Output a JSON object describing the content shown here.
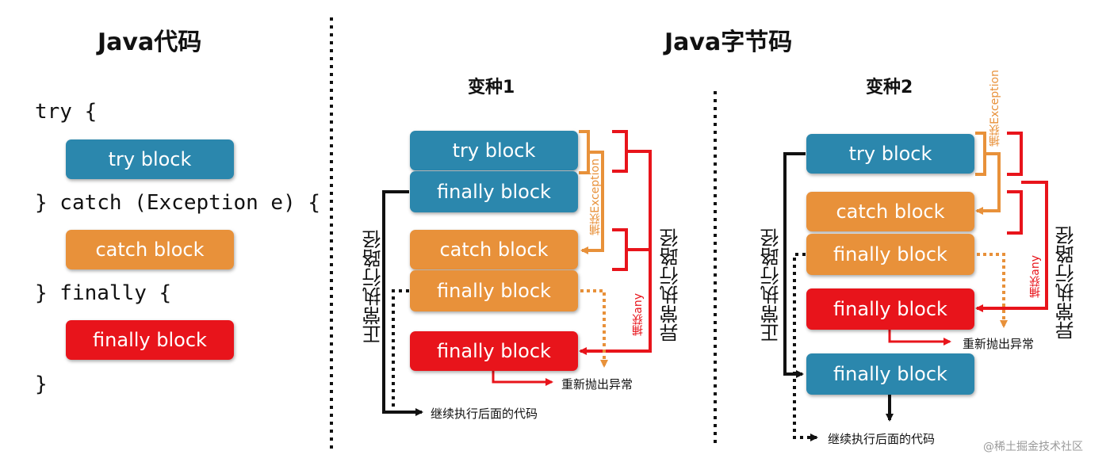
{
  "colors": {
    "blue": "#2b87ad",
    "orange": "#e8913a",
    "red": "#e8141b",
    "black": "#111111"
  },
  "left": {
    "title": "Java代码",
    "code_try": "try {",
    "code_catch": "} catch (Exception e) {",
    "code_finally": "} finally {",
    "code_end": "}",
    "try_block": "try block",
    "catch_block": "catch block",
    "finally_block": "finally block"
  },
  "right": {
    "title": "Java字节码",
    "variant1": {
      "title": "变种1",
      "try_block": "try block",
      "finally_block_1": "finally block",
      "catch_block": "catch block",
      "finally_block_2": "finally block",
      "finally_block_3": "finally block",
      "capture_exception": "捕获Exception",
      "capture_any": "捕获any",
      "abnormal_path": "异常执行路径",
      "normal_path": "正常执行路径",
      "rethrow": "重新抛出异常",
      "continue": "继续执行后面的代码"
    },
    "variant2": {
      "title": "变种2",
      "try_block": "try block",
      "catch_block": "catch block",
      "finally_block_1": "finally block",
      "finally_block_2": "finally block",
      "finally_block_3": "finally block",
      "capture_exception": "捕获Exception",
      "capture_any": "捕获any",
      "abnormal_path": "异常执行路径",
      "normal_path": "正常执行路径",
      "rethrow": "重新抛出异常",
      "continue": "继续执行后面的代码"
    }
  },
  "watermark": "@稀土掘金技术社区"
}
